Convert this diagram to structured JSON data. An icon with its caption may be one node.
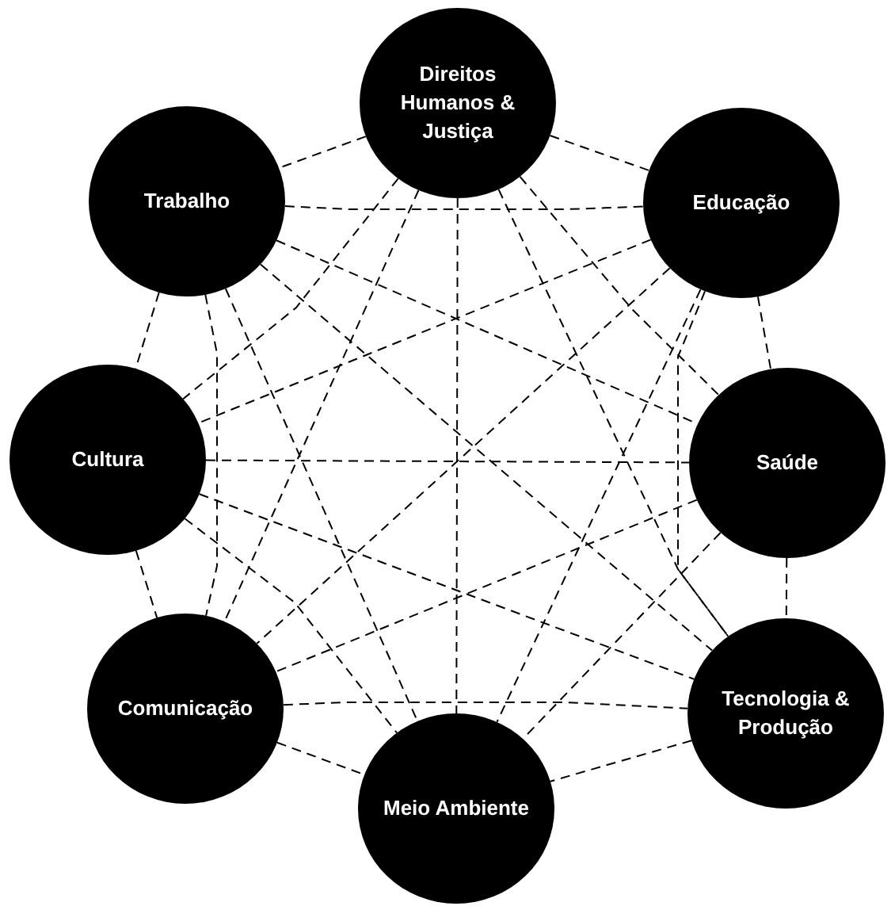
{
  "diagram": {
    "nodes": [
      {
        "text": [
          "Direitos Humanos & Justiça"
        ]
      },
      {
        "text": [
          "Trabalho"
        ]
      },
      {
        "text": [
          "Educação"
        ]
      },
      {
        "text": [
          "Cultura"
        ]
      },
      {
        "text": [
          "Saúde"
        ]
      },
      {
        "text": [
          "Comunicação"
        ]
      },
      {
        "text": [
          "Tecnologia & Produção"
        ]
      },
      {
        "text": [
          "Meio Ambiente"
        ]
      }
    ],
    "edges": [
      {
        "from": 0,
        "to": 1,
        "arrow": "none",
        "style": "dashed"
      },
      {
        "from": 0,
        "to": 2,
        "arrow": "none",
        "style": "dashed"
      },
      {
        "from": 0,
        "to": 3,
        "arrow": "none",
        "style": "dashed"
      },
      {
        "from": 0,
        "to": 4,
        "arrow": "none",
        "style": "dashed"
      },
      {
        "from": 0,
        "to": 5,
        "arrow": "none",
        "style": "dashed"
      },
      {
        "from": 0,
        "to": 6,
        "arrow": "none",
        "style": "dashed"
      },
      {
        "from": 0,
        "to": 7,
        "arrow": "none",
        "style": "dashed"
      },
      {
        "from": 1,
        "to": 2,
        "arrow": "none",
        "style": "dashed"
      },
      {
        "from": 1,
        "to": 3,
        "arrow": "none",
        "style": "dashed"
      },
      {
        "from": 1,
        "to": 4,
        "arrow": "none",
        "style": "dashed"
      },
      {
        "from": 1,
        "to": 5,
        "arrow": "none",
        "style": "dashed"
      },
      {
        "from": 1,
        "to": 6,
        "arrow": "none",
        "style": "dashed"
      },
      {
        "from": 1,
        "to": 7,
        "arrow": "none",
        "style": "dashed"
      },
      {
        "from": 2,
        "to": 3,
        "arrow": "none",
        "style": "dashed"
      },
      {
        "from": 2,
        "to": 4,
        "arrow": "none",
        "style": "dashed"
      },
      {
        "from": 2,
        "to": 5,
        "arrow": "none",
        "style": "dashed"
      },
      {
        "from": 2,
        "to": 6,
        "arrow": "none",
        "style": "dashed"
      },
      {
        "from": 2,
        "to": 7,
        "arrow": "none",
        "style": "dashed"
      },
      {
        "from": 3,
        "to": 4,
        "arrow": "none",
        "style": "dashed"
      },
      {
        "from": 3,
        "to": 5,
        "arrow": "none",
        "style": "dashed"
      },
      {
        "from": 3,
        "to": 6,
        "arrow": "none",
        "style": "dashed"
      },
      {
        "from": 3,
        "to": 7,
        "arrow": "none",
        "style": "dashed"
      },
      {
        "from": 4,
        "to": 5,
        "arrow": "none",
        "style": "dashed"
      },
      {
        "from": 4,
        "to": 6,
        "arrow": "none",
        "style": "dashed"
      },
      {
        "from": 4,
        "to": 7,
        "arrow": "none",
        "style": "dashed"
      },
      {
        "from": 5,
        "to": 6,
        "arrow": "none",
        "style": "dashed"
      },
      {
        "from": 5,
        "to": 7,
        "arrow": "none",
        "style": "dashed"
      },
      {
        "from": 6,
        "to": 7,
        "arrow": "none",
        "style": "dashed"
      }
    ]
  }
}
